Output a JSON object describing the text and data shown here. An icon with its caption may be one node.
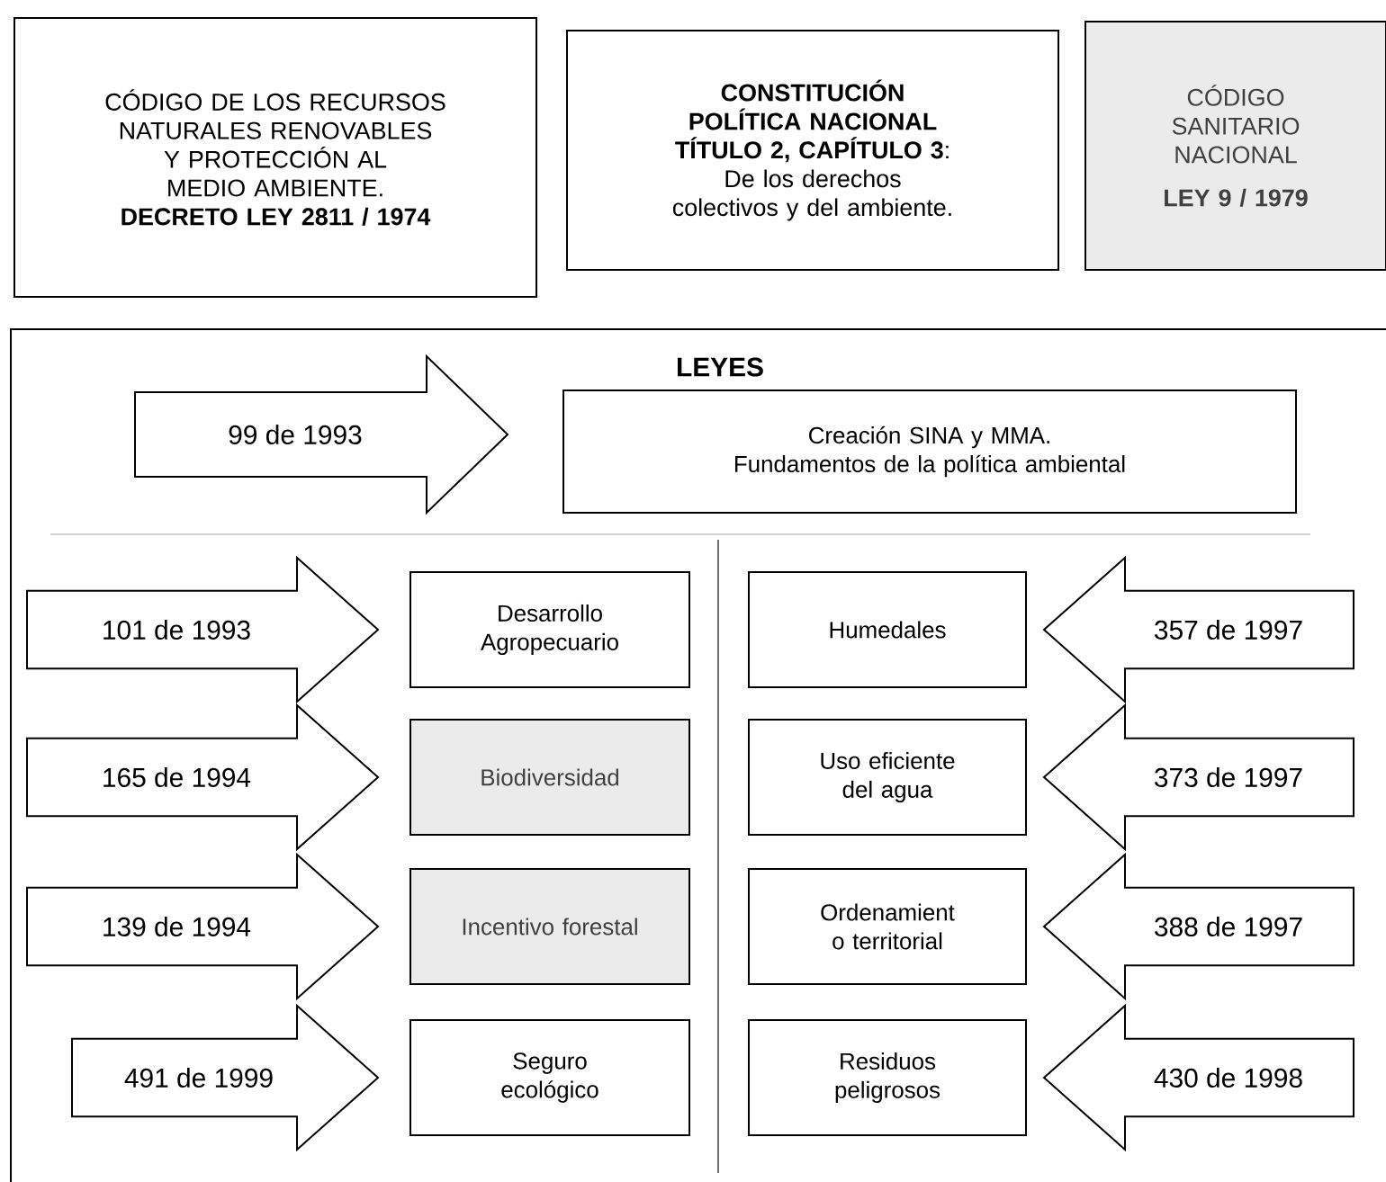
{
  "diagram": {
    "nodes": [
      {
        "text": [
          "CÓDIGO DE LOS RECURSOS NATURALES RENOVABLES Y PROTECCIÓN AL MEDIO AMBIENTE.",
          "DECRETO LEY 2811 / 1974"
        ]
      },
      {
        "text": [
          "**CONSTITUCIÓN POLÍTICA NACIONAL TÍTULO 2, CAPÍTULO 3**:",
          "De los derechos colectivos y del ambiente."
        ]
      },
      {
        "text": [
          "CÓDIGO SANITARIO NACIONAL",
          "LEY 9 / 1979"
        ]
      },
      {
        "text": [
          "LEYES"
        ]
      },
      {
        "text": [
          "99 de 1993"
        ],
        "in": 3
      },
      {
        "text": [
          "Creación SINA y MMA. Fundamentos de la política ambiental"
        ],
        "in": 3
      },
      {
        "text": [
          "101 de 1993"
        ],
        "in": 3
      },
      {
        "text": [
          "Desarrollo Agropecuario"
        ],
        "in": 3
      },
      {
        "text": [
          "Humedales"
        ],
        "in": 3
      },
      {
        "text": [
          "357 de 1997"
        ],
        "in": 3
      },
      {
        "text": [
          "165 de 1994"
        ],
        "in": 3
      },
      {
        "text": [
          "Biodiversidad"
        ],
        "in": 3
      },
      {
        "text": [
          "Uso eficiente del agua"
        ],
        "in": 3
      },
      {
        "text": [
          "373 de 1997"
        ],
        "in": 3
      },
      {
        "text": [
          "139 de 1994"
        ],
        "in": 3
      },
      {
        "text": [
          "Incentivo forestal"
        ],
        "in": 3
      },
      {
        "text": [
          "Ordenamient o territorial"
        ],
        "in": 3
      },
      {
        "text": [
          "388 de 1997"
        ],
        "in": 3
      },
      {
        "text": [
          "491 de 1999"
        ],
        "in": 3
      },
      {
        "text": [
          "Seguro ecológico"
        ],
        "in": 3
      },
      {
        "text": [
          "Residuos peligrosos"
        ],
        "in": 3
      },
      {
        "text": [
          "430 de 1998"
        ],
        "in": 3
      }
    ]
  }
}
